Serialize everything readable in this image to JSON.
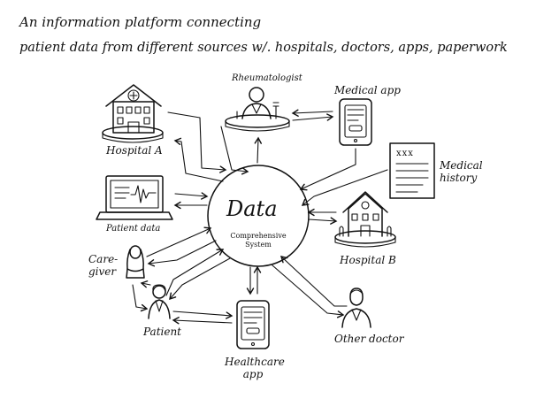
{
  "title": {
    "line1": "An information platform connecting",
    "line2": "patient data from different sources w/. hospitals, doctors, apps, paperwork"
  },
  "center": {
    "label": "Data",
    "sub_line1": "Comprehensive",
    "sub_line2": "System"
  },
  "nodes": {
    "hospital_a": "Hospital A",
    "rheumatologist": "Rheumatologist",
    "medical_app": "Medical app",
    "medical_history_line1": "Medical",
    "medical_history_line2": "history",
    "doc_marks": "xxx",
    "patient_data": "Patient data",
    "hospital_b": "Hospital B",
    "caregiver_line1": "Care-",
    "caregiver_line2": "giver",
    "patient": "Patient",
    "other_doctor": "Other doctor",
    "healthcare_app_line1": "Healthcare",
    "healthcare_app_line2": "app"
  }
}
